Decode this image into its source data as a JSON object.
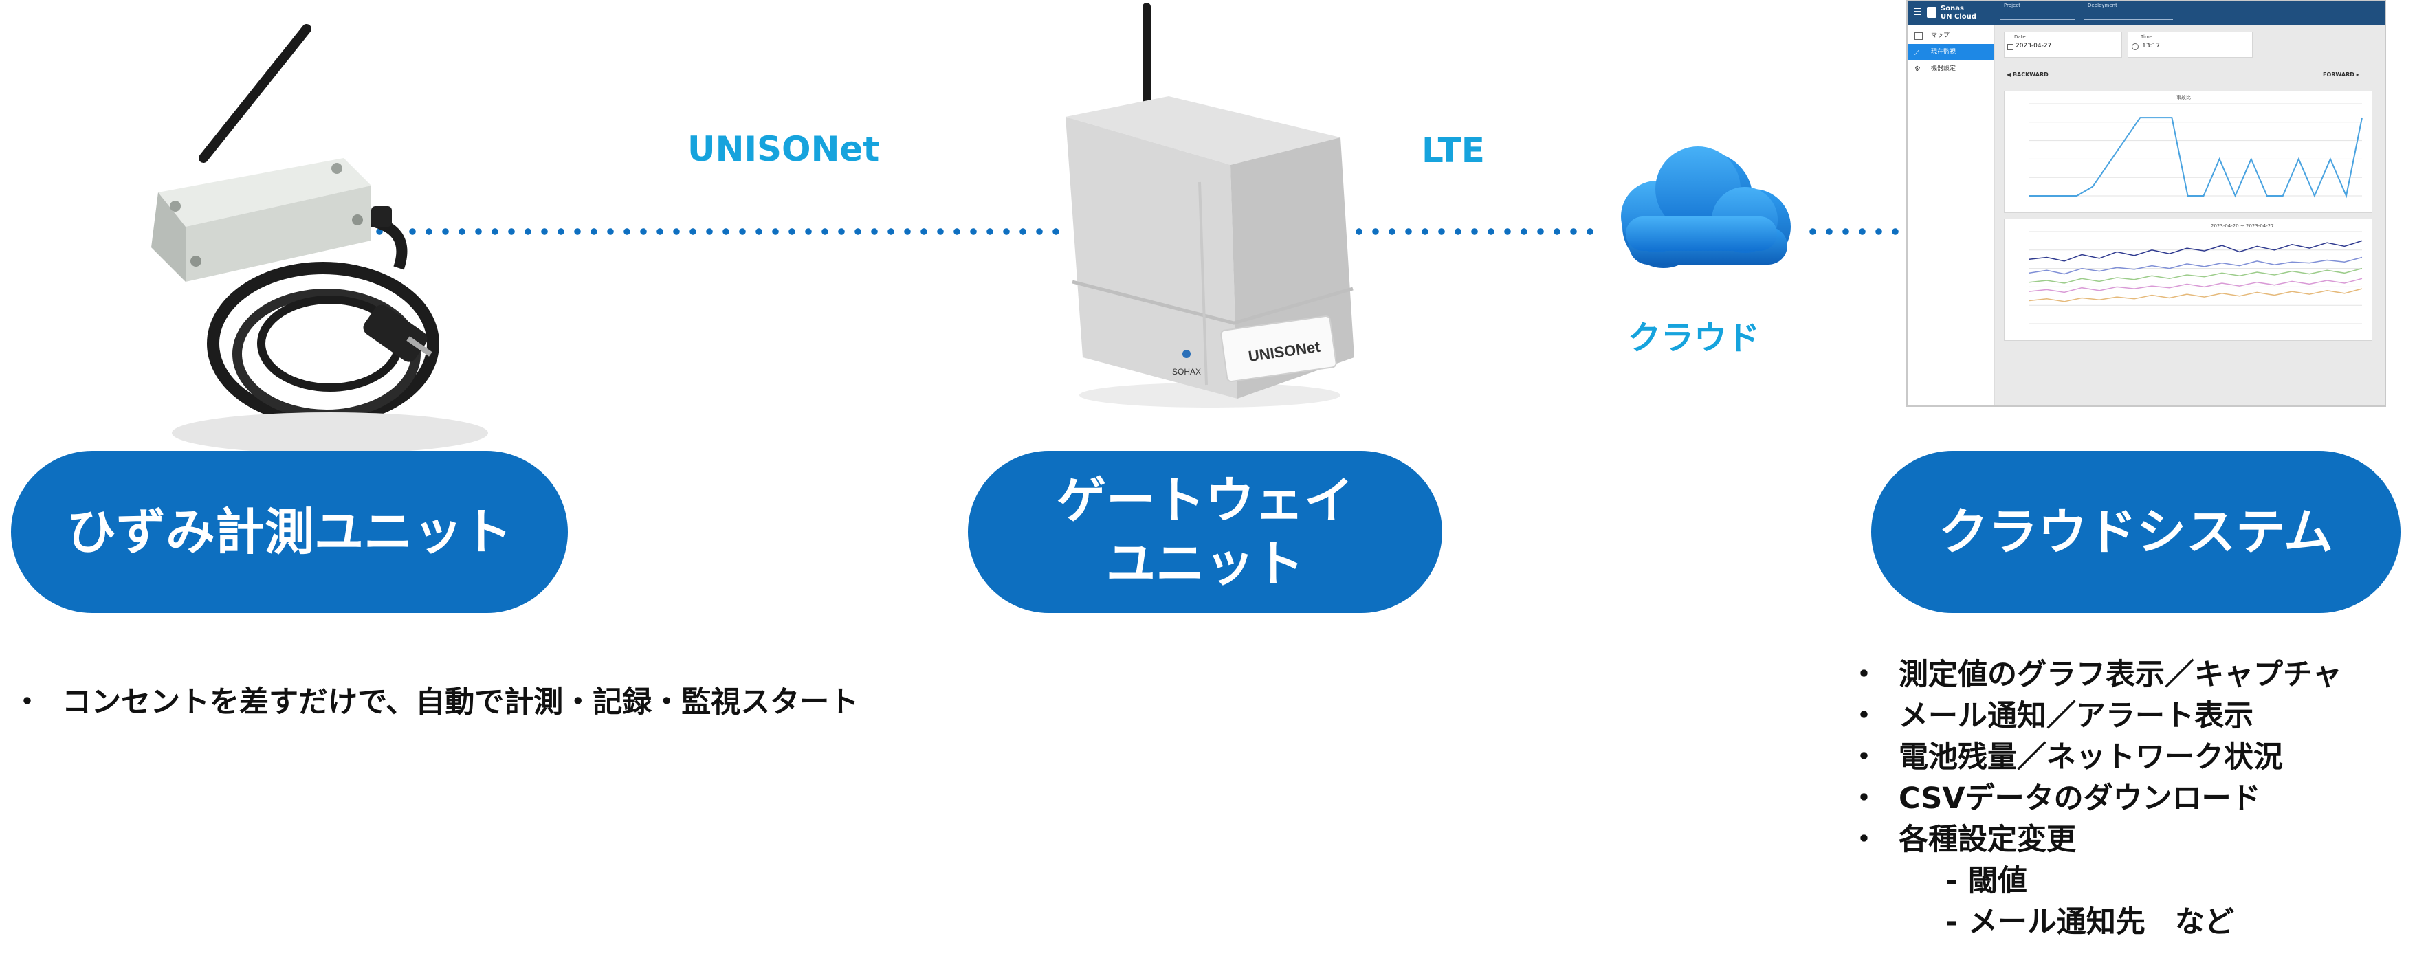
{
  "links": {
    "left": "UNISONet",
    "right": "LTE"
  },
  "cloud_label": "クラウド",
  "device_brand": "UNISONet",
  "device_small_brand": "SOHAX",
  "pills": {
    "strain": "ひずみ計測ユニット",
    "gateway_line1": "ゲートウェイ",
    "gateway_line2": "ユニット",
    "cloud": "クラウドシステム"
  },
  "left_bullets": [
    "コンセントを差すだけで、自動で計測・記録・監視スタート"
  ],
  "right_bullets": [
    "測定値のグラフ表示／キャプチャ",
    "メール通知／アラート表示",
    "電池残量／ネットワーク状況",
    "CSVデータのダウンロード",
    "各種設定変更"
  ],
  "right_sub_bullets": [
    "- 閾値",
    "- メール通知先　など"
  ],
  "dashboard": {
    "brand_line1": "Sonas",
    "brand_line2": "UN Cloud",
    "header_label1": "Project",
    "header_label2": "Deployment",
    "menu": [
      "マップ",
      "現在監視",
      "機器設定"
    ],
    "field_date_label": "Date",
    "field_date_value": "2023-04-27",
    "field_time_label": "Time",
    "field_time_value": "13:17",
    "backward": "◀ BACKWARD",
    "forward": "FORWARD ▸",
    "chart1_title": "事故比",
    "chart2_legend": "2023-04-20 ~ 2023-04-27",
    "colors": {
      "primary": "#0d6fc0",
      "label": "#16a3dd",
      "dots": "#0e6fc0"
    }
  },
  "chart_data": [
    {
      "type": "line",
      "title": "事故比",
      "series": [
        {
          "values": [
            0,
            0,
            0,
            0,
            10,
            35,
            60,
            85,
            85,
            85,
            0,
            0,
            40,
            0,
            40,
            0,
            0,
            40,
            0,
            40,
            0,
            85
          ]
        }
      ]
    },
    {
      "type": "line",
      "series": [
        {
          "values": [
            70,
            72,
            68,
            75,
            71,
            78,
            74,
            80,
            76,
            82,
            79,
            85,
            78,
            84,
            80,
            86,
            82,
            88,
            84,
            90
          ]
        },
        {
          "values": [
            55,
            58,
            54,
            60,
            57,
            61,
            59,
            63,
            60,
            65,
            62,
            66,
            63,
            68,
            64,
            67,
            66,
            69,
            67,
            72
          ]
        },
        {
          "values": [
            45,
            47,
            44,
            49,
            46,
            50,
            48,
            52,
            49,
            53,
            51,
            55,
            52,
            56,
            53,
            57,
            54,
            58,
            55,
            60
          ]
        },
        {
          "values": [
            35,
            37,
            34,
            39,
            36,
            40,
            38,
            41,
            39,
            43,
            40,
            44,
            41,
            45,
            42,
            46,
            43,
            47,
            44,
            49
          ]
        },
        {
          "values": [
            25,
            27,
            24,
            28,
            26,
            29,
            27,
            31,
            28,
            32,
            29,
            33,
            30,
            34,
            31,
            35,
            32,
            36,
            33,
            38
          ]
        }
      ]
    }
  ]
}
